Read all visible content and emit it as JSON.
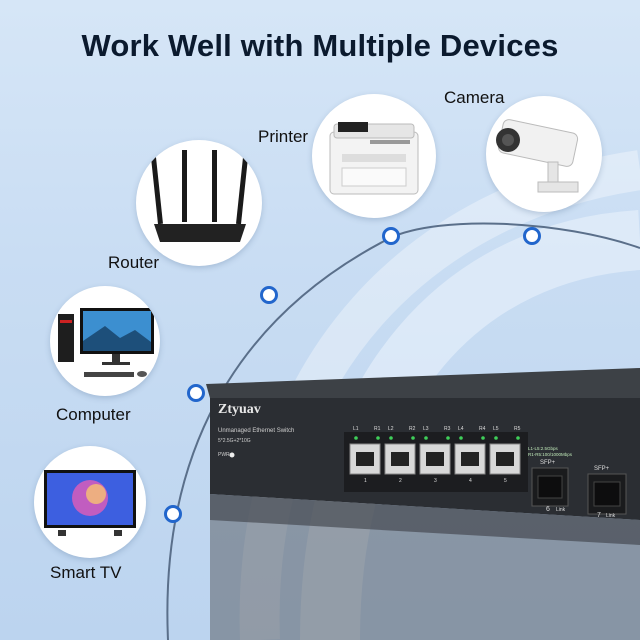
{
  "title": "Work Well with Multiple Devices",
  "devices": {
    "camera": "Camera",
    "printer": "Printer",
    "router": "Router",
    "computer": "Computer",
    "smart_tv": "Smart TV"
  },
  "switch": {
    "brand": "Ztyuav",
    "model_line1": "Unmanaged Ethernet Switch",
    "model_line2": "5*2.5G+2*10G",
    "power": "PWR",
    "port_labels": [
      "L1",
      "R1",
      "L2",
      "R2",
      "L3",
      "R3",
      "L4",
      "R4",
      "L5",
      "R5"
    ],
    "port_numbers": [
      "1",
      "2",
      "3",
      "4",
      "5"
    ],
    "legend_line1": "L1-L5:2.5Gbps",
    "legend_line2": "R1-R5:100/1000Mbps",
    "sfp_label": "SFP+",
    "sfp6": "6",
    "sfp7": "7",
    "link": "Link"
  },
  "colors": {
    "link_blue": "#2266cc",
    "switch_body": "#2b2e33"
  }
}
